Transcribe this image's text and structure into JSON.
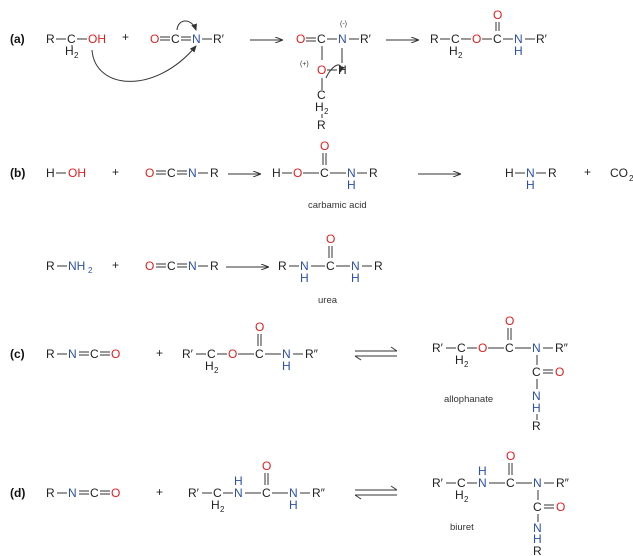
{
  "labels": {
    "a": "(a)",
    "b": "(b)",
    "c": "(c)",
    "d": "(d)"
  },
  "common": {
    "plus": "+",
    "R": "R",
    "Rp": "R′",
    "Rpp": "R″",
    "H": "H",
    "H2": "H",
    "sub2": "2",
    "C": "C",
    "O": "O",
    "N": "N",
    "OH": "OH",
    "NH": "NH",
    "NH2": "NH",
    "CO2": "CO",
    "neg": "(-)",
    "pos": "(+)"
  },
  "captions": {
    "carbamic_acid": "carbamic acid",
    "urea": "urea",
    "allophanate": "allophanate",
    "biuret": "biuret"
  },
  "colors": {
    "oxygen": "#e01e1e",
    "nitrogen": "#2b4fb0",
    "bond": "#333333"
  }
}
